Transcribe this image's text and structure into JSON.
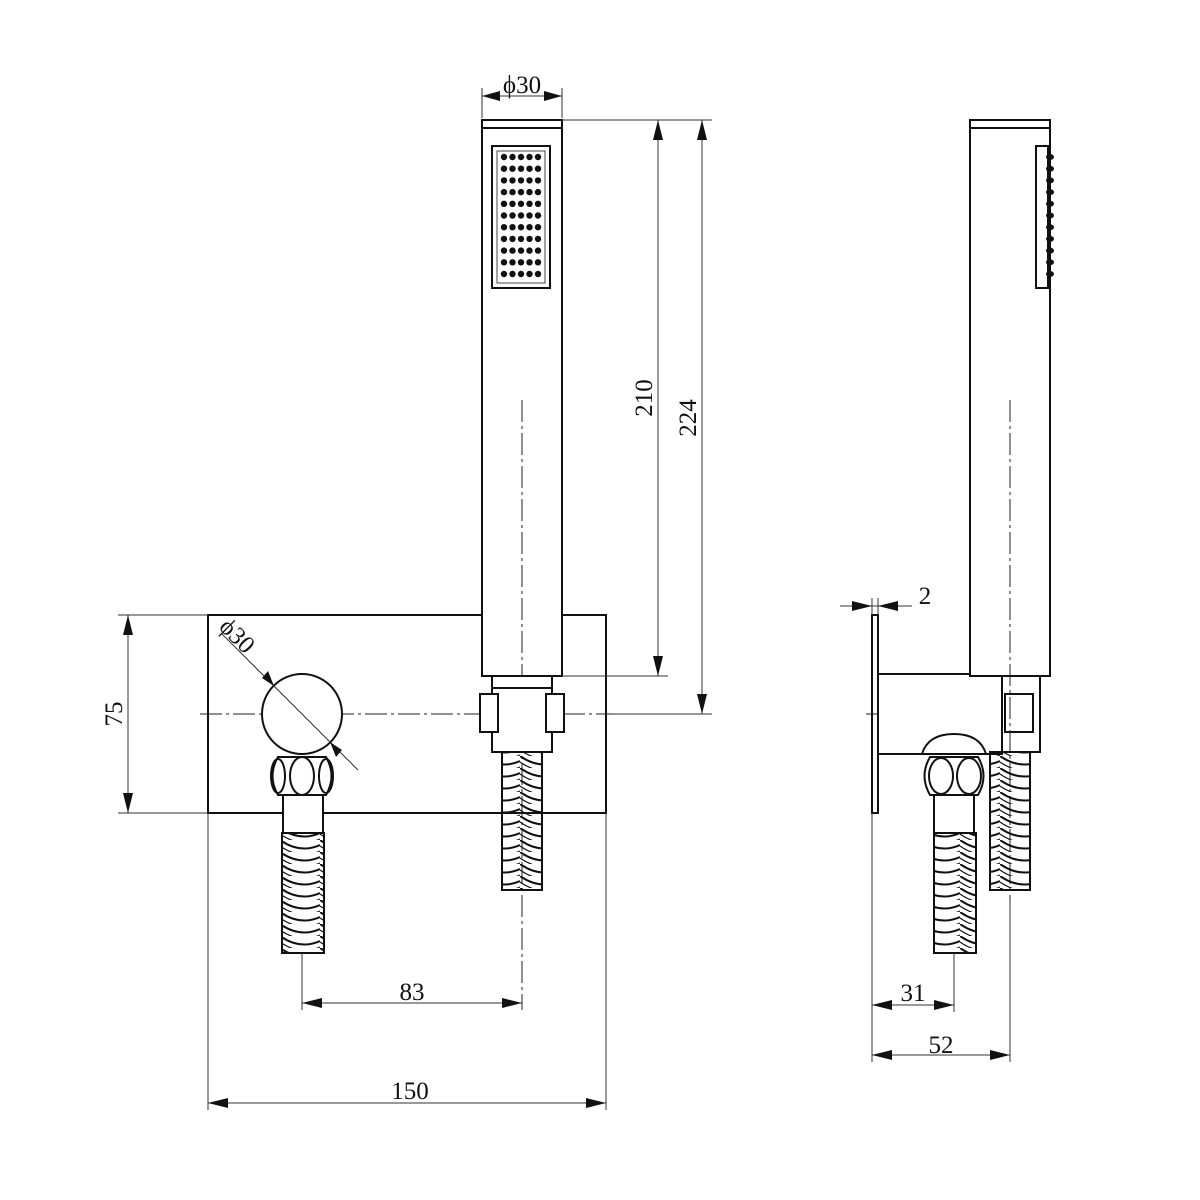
{
  "dimensions": {
    "head_diameter": "ϕ30",
    "handle_length": "210",
    "overall_height": "224",
    "plate_height": "75",
    "outlet_diameter": "ϕ30",
    "outlet_to_holder": "83",
    "plate_width": "150",
    "plate_thickness": "2",
    "side_outlet_offset": "31",
    "side_depth": "52"
  },
  "colors": {
    "line": "#111111",
    "background": "#ffffff"
  }
}
